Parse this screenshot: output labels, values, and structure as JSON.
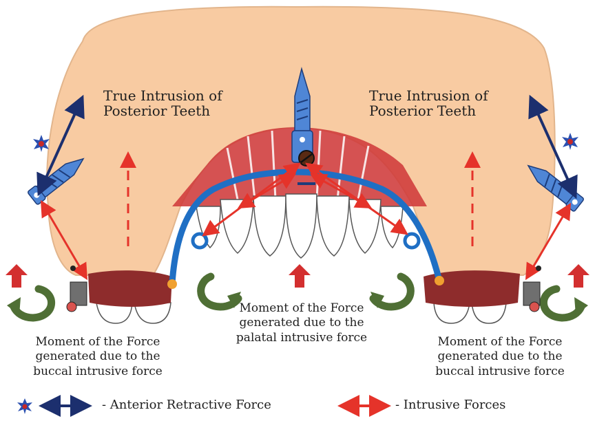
{
  "labels": {
    "left_title": [
      "True Intrusion of",
      "Posterior Teeth"
    ],
    "right_title": [
      "True Intrusion of",
      "Posterior Teeth"
    ],
    "left_moment": [
      "Moment of the Force",
      "generated due to the",
      "buccal intrusive force"
    ],
    "center_moment": [
      "Moment of the Force",
      "generated due to the",
      "palatal intrusive force"
    ],
    "right_moment": [
      "Moment of the Force",
      "generated due to the",
      "buccal intrusive force"
    ]
  },
  "legend": {
    "retractive": "- Anterior Retractive Force",
    "intrusive": "- Intrusive Forces"
  },
  "colors": {
    "palate": "#f8cba2",
    "palate_edge": "#e2b58c",
    "arch_wire": "#1f6fc4",
    "intrusive_arrow": "#e5332a",
    "retractive_arrow": "#1c2f6e",
    "moment_arrow": "#4f6f35",
    "up_arrow": "#d32f2f",
    "molar_band": "#8e2c2c",
    "orange_hook": "#f0a030",
    "tooth": "#ffffff",
    "gum": "#cf3a3a"
  }
}
